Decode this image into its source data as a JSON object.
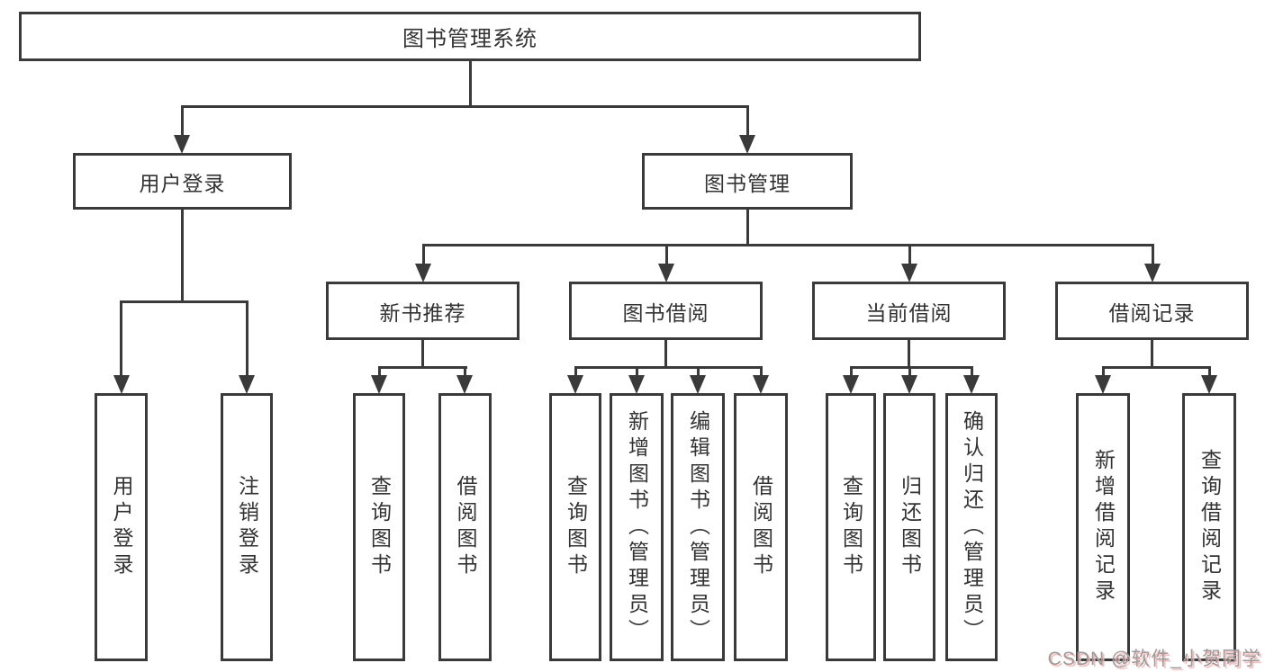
{
  "colors": {
    "line": "#3a3a3a",
    "text": "#333333",
    "box_bg": "#ffffff",
    "wm_gray": "#9a9a9a",
    "wm_pink": "#f2b5b5"
  },
  "watermark": {
    "text": "CSDN @软件_小贺同学"
  },
  "tree": {
    "root": {
      "label": "图书管理系统"
    },
    "branches": [
      {
        "label": "用户登录"
      },
      {
        "label": "图书管理"
      }
    ],
    "modules": [
      {
        "label": "新书推荐"
      },
      {
        "label": "图书借阅"
      },
      {
        "label": "当前借阅"
      },
      {
        "label": "借阅记录"
      }
    ],
    "leaves": [
      {
        "label": "用户登录"
      },
      {
        "label": "注销登录"
      },
      {
        "label": "查询图书"
      },
      {
        "label": "借阅图书"
      },
      {
        "label": "查询图书"
      },
      {
        "label": "新增图书（管理员）"
      },
      {
        "label": "编辑图书（管理员）"
      },
      {
        "label": "借阅图书"
      },
      {
        "label": "查询图书"
      },
      {
        "label": "归还图书"
      },
      {
        "label": "确认归还（管理员）"
      },
      {
        "label": "新增借阅记录"
      },
      {
        "label": "查询借阅记录"
      }
    ]
  }
}
